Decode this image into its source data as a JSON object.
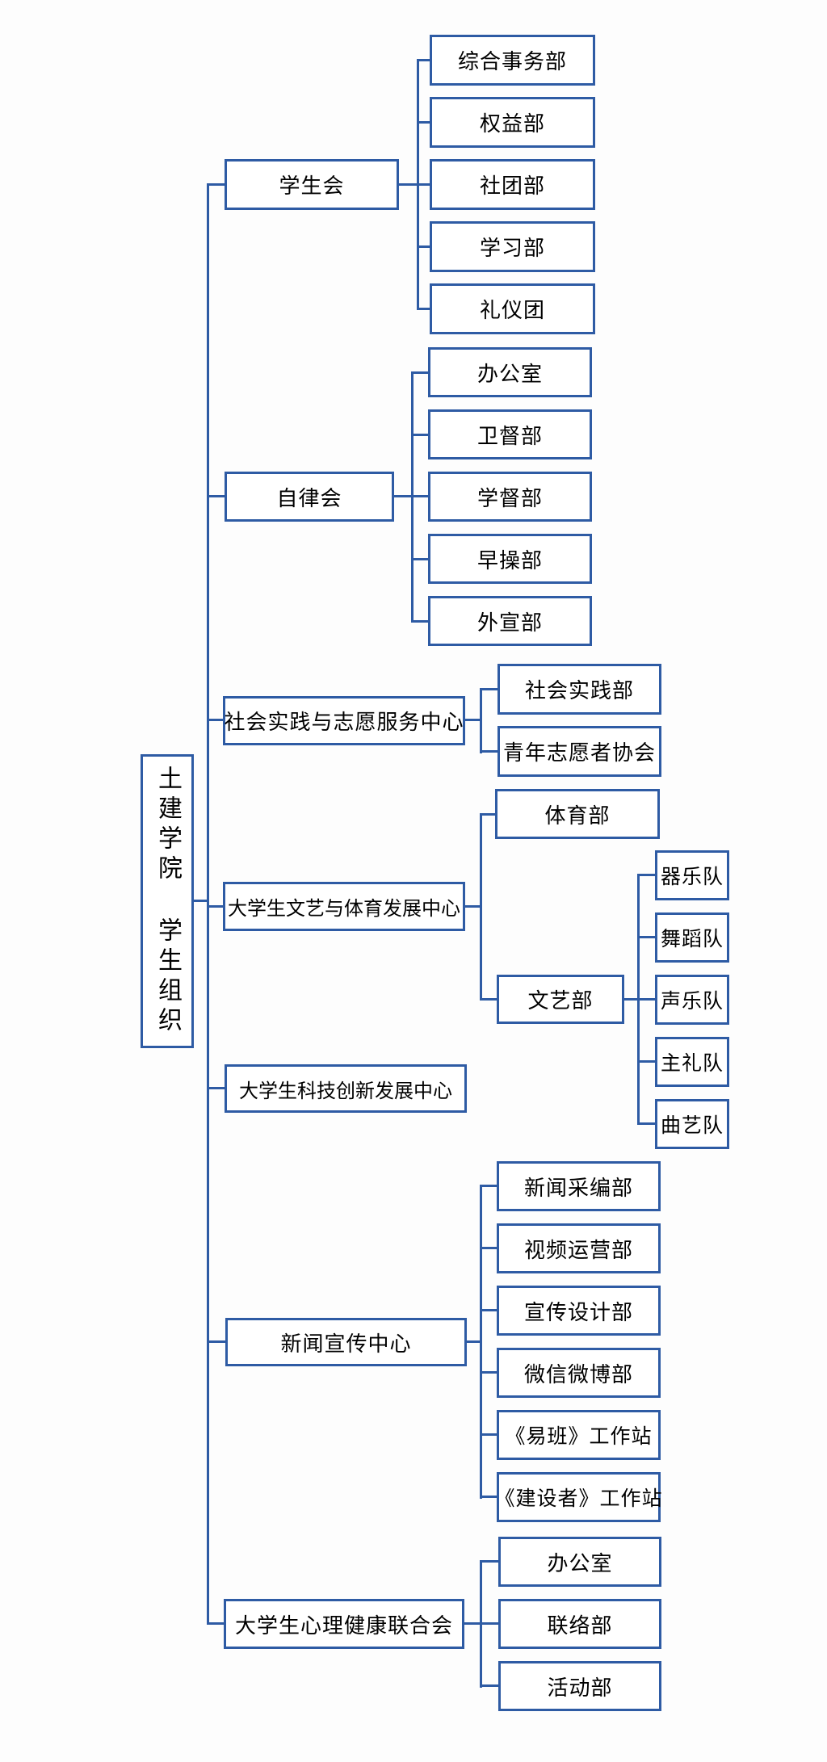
{
  "colors": {
    "line_blue": "#2e5ba4",
    "text_black": "#000000",
    "background": "#fdfdfd"
  },
  "diagram": {
    "root": {
      "label": "土建学院 学生组织"
    },
    "branches": [
      {
        "label": "学生会",
        "children": [
          {
            "label": "综合事务部"
          },
          {
            "label": "权益部"
          },
          {
            "label": "社团部"
          },
          {
            "label": "学习部"
          },
          {
            "label": "礼仪团"
          }
        ]
      },
      {
        "label": "自律会",
        "children": [
          {
            "label": "办公室"
          },
          {
            "label": "卫督部"
          },
          {
            "label": "学督部"
          },
          {
            "label": "早操部"
          },
          {
            "label": "外宣部"
          }
        ]
      },
      {
        "label": "社会实践与志愿服务中心",
        "children": [
          {
            "label": "社会实践部"
          },
          {
            "label": "青年志愿者协会"
          }
        ]
      },
      {
        "label": "大学生文艺与体育发展中心",
        "children": [
          {
            "label": "体育部"
          },
          {
            "label": "文艺部",
            "children": [
              {
                "label": "器乐队"
              },
              {
                "label": "舞蹈队"
              },
              {
                "label": "声乐队"
              },
              {
                "label": "主礼队"
              },
              {
                "label": "曲艺队"
              }
            ]
          }
        ]
      },
      {
        "label": "大学生科技创新发展中心",
        "children": []
      },
      {
        "label": "新闻宣传中心",
        "children": [
          {
            "label": "新闻采编部"
          },
          {
            "label": "视频运营部"
          },
          {
            "label": "宣传设计部"
          },
          {
            "label": "微信微博部"
          },
          {
            "label": "《易班》工作站"
          },
          {
            "label": "《建设者》工作站"
          }
        ]
      },
      {
        "label": "大学生心理健康联合会",
        "children": [
          {
            "label": "办公室"
          },
          {
            "label": "联络部"
          },
          {
            "label": "活动部"
          }
        ]
      }
    ]
  }
}
